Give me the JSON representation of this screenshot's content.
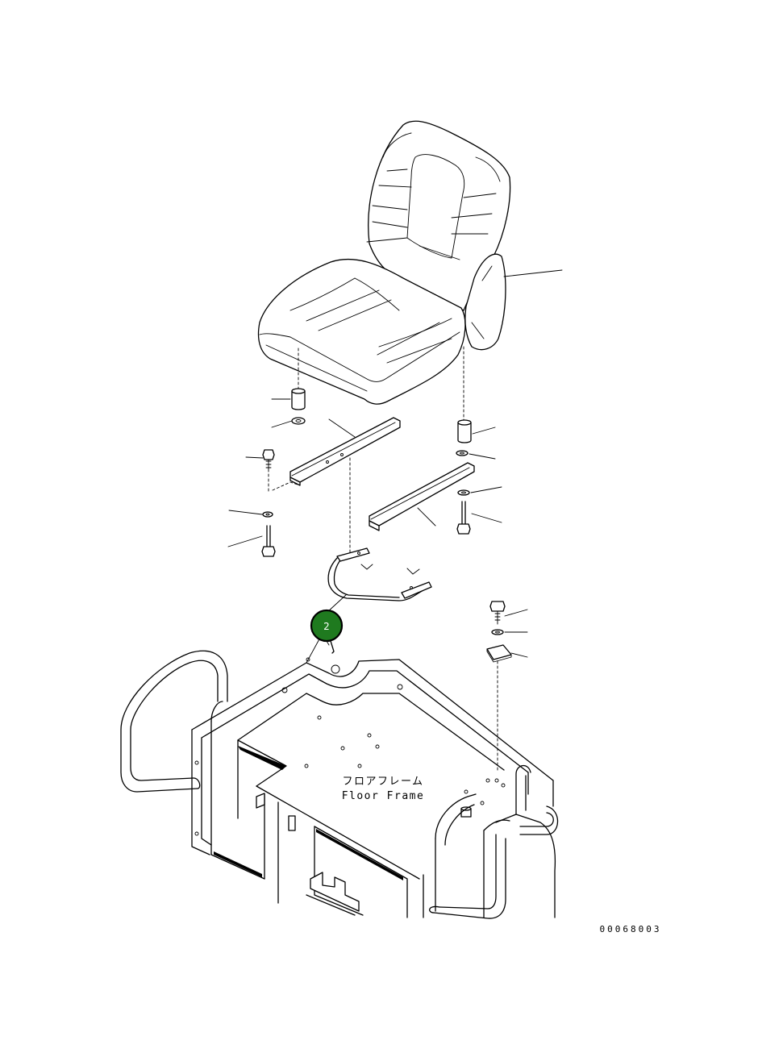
{
  "diagram": {
    "floor_frame_label_jp": "フロアフレーム",
    "floor_frame_label_en": "Floor Frame",
    "drawing_number": "00068003"
  },
  "callouts": [
    {
      "number": "2",
      "color": "#1f7a1f"
    }
  ],
  "colors": {
    "line": "#000000",
    "background": "#ffffff",
    "callout_fill": "#1f7a1f",
    "callout_text": "#ffffff"
  }
}
